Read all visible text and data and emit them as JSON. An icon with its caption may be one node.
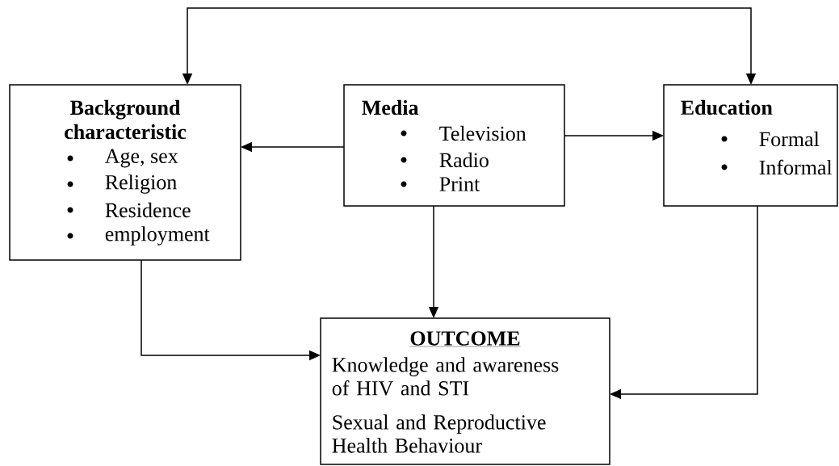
{
  "diagram": {
    "nodes": [
      {
        "text": [
          "Background characteristic",
          "Age, sex",
          "Religion",
          "Residence",
          "employment"
        ]
      },
      {
        "text": [
          "Media",
          "Television",
          "Radio",
          "Print"
        ]
      },
      {
        "text": [
          "Education",
          "Formal",
          "Informal"
        ]
      },
      {
        "text": [
          "OUTCOME",
          "Knowledge and awareness of HIV and STI",
          "Sexual and Reproductive Health Behaviour"
        ]
      }
    ],
    "edges": [
      {
        "from": 0,
        "to": 2,
        "arrow": "both"
      },
      {
        "from": 1,
        "to": 0,
        "arrow": "to"
      },
      {
        "from": 1,
        "to": 2,
        "arrow": "to"
      },
      {
        "from": 1,
        "to": 3,
        "arrow": "to"
      },
      {
        "from": 0,
        "to": 3,
        "arrow": "to"
      },
      {
        "from": 2,
        "to": 3,
        "arrow": "to"
      }
    ]
  }
}
